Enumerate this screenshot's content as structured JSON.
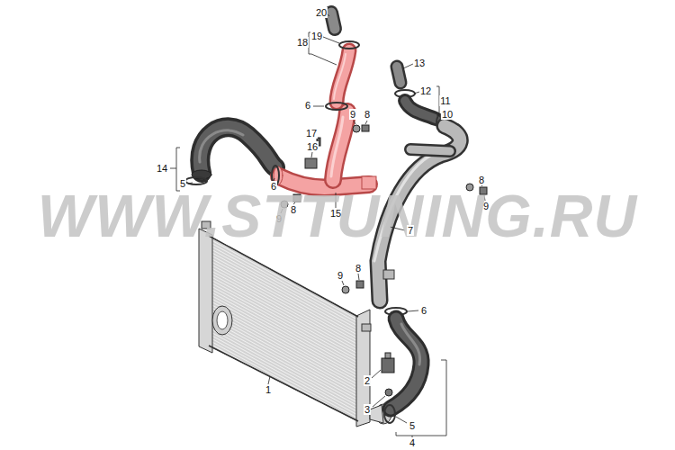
{
  "diagram": {
    "labels": [
      "20",
      "19",
      "18",
      "13",
      "12",
      "11",
      "6",
      "10",
      "9",
      "8",
      "17",
      "16",
      "14",
      "5",
      "8",
      "6",
      "9",
      "15",
      "8",
      "9",
      "WWW.STTUNING.RU",
      "7",
      "8",
      "9",
      "6",
      "1",
      "2",
      "3",
      "5",
      "4"
    ]
  }
}
